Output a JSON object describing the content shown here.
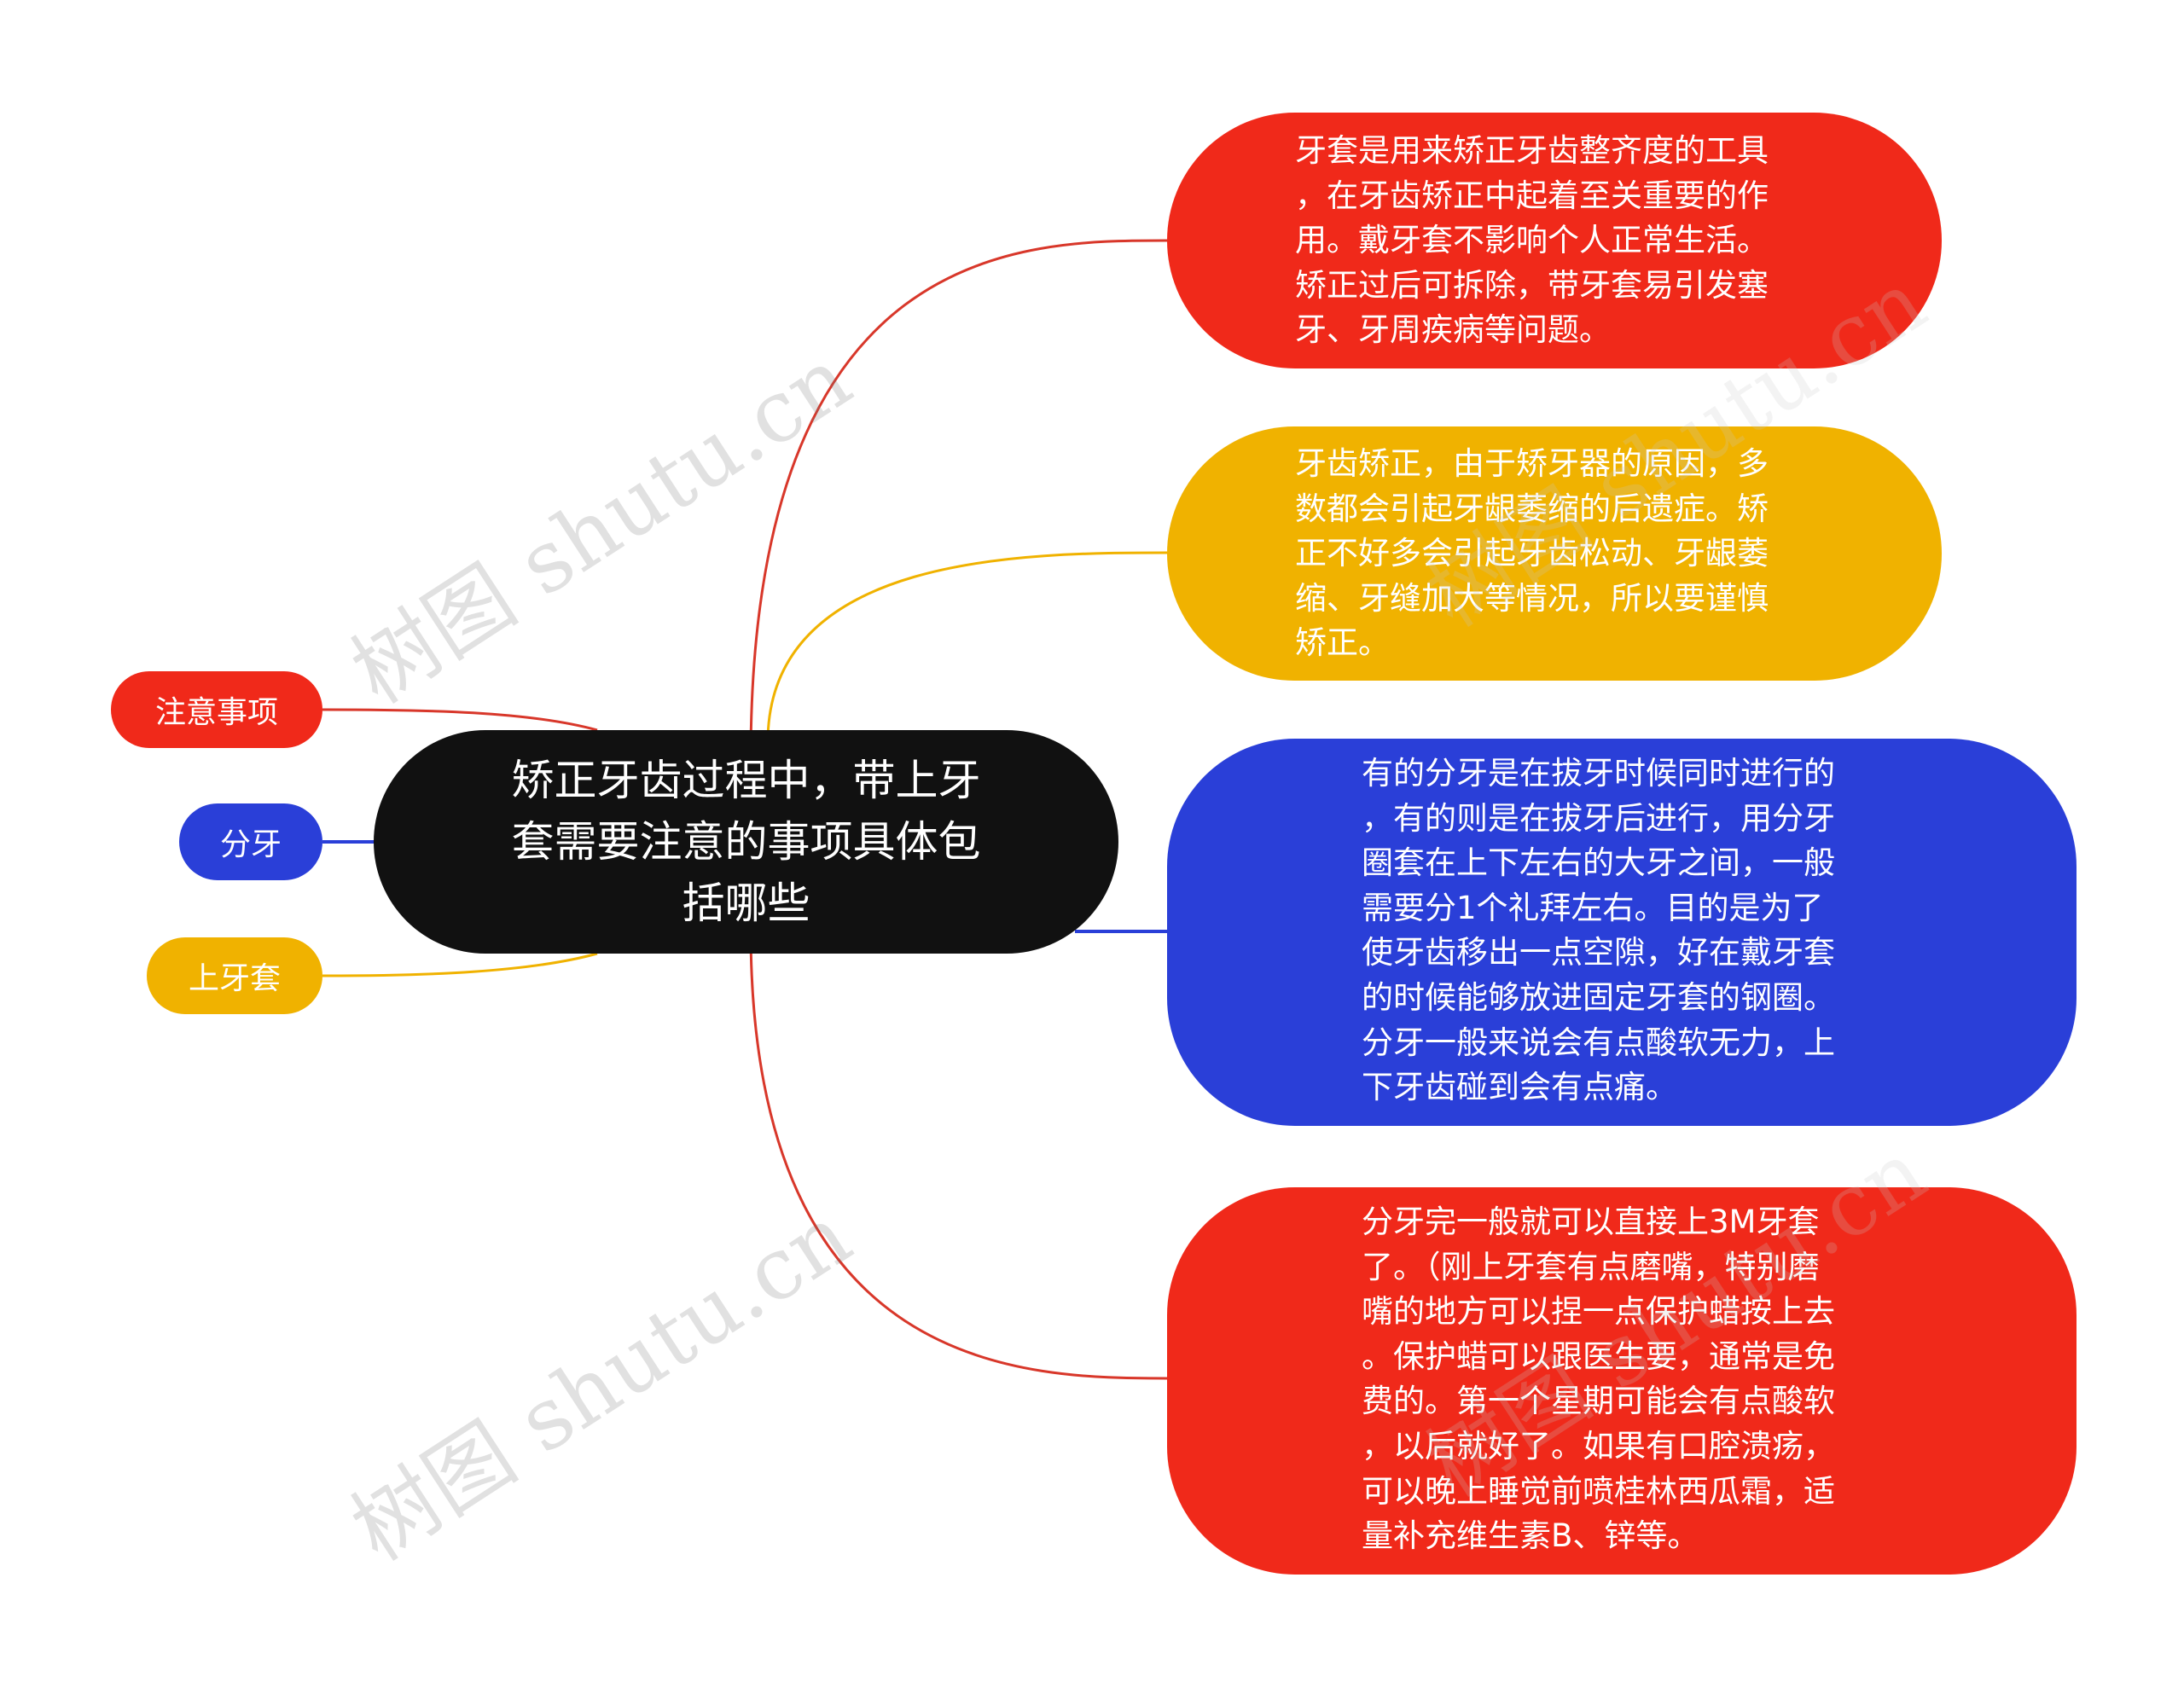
{
  "colors": {
    "red": "#f0291a",
    "yellow": "#f0b200",
    "blue": "#2a3fd8",
    "black": "#111111"
  },
  "center": {
    "text": "矫正牙齿过程中，带上牙\n套需要注意的事项具体包\n括哪些"
  },
  "left_nodes": [
    {
      "label": "注意事项",
      "color": "#f0291a"
    },
    {
      "label": "分牙",
      "color": "#2a3fd8"
    },
    {
      "label": "上牙套",
      "color": "#f0b200"
    }
  ],
  "right_nodes": [
    {
      "text": "牙套是用来矫正牙齿整齐度的工具\n，在牙齿矫正中起着至关重要的作\n用。戴牙套不影响个人正常生活。\n矫正过后可拆除，带牙套易引发塞\n牙、牙周疾病等问题。",
      "color": "#f0291a"
    },
    {
      "text": "牙齿矫正，由于矫牙器的原因，多\n数都会引起牙龈萎缩的后遗症。矫\n正不好多会引起牙齿松动、牙龈萎\n缩、牙缝加大等情况，所以要谨慎\n矫正。",
      "color": "#f0b200"
    },
    {
      "text": "有的分牙是在拔牙时候同时进行的\n，有的则是在拔牙后进行，用分牙\n圈套在上下左右的大牙之间，一般\n需要分1个礼拜左右。目的是为了\n使牙齿移出一点空隙，好在戴牙套\n的时候能够放进固定牙套的钢圈。\n分牙一般来说会有点酸软无力，上\n下牙齿碰到会有点痛。",
      "color": "#2a3fd8"
    },
    {
      "text": "分牙完一般就可以直接上3M牙套\n了。（刚上牙套有点磨嘴，特别磨\n嘴的地方可以捏一点保护蜡按上去\n。保护蜡可以跟医生要，通常是免\n费的。第一个星期可能会有点酸软\n，以后就好了。如果有口腔溃疡，\n可以晚上睡觉前喷桂林西瓜霜，适\n量补充维生素B、锌等。",
      "color": "#f0291a"
    }
  ],
  "watermark": "树图 shutu.cn"
}
